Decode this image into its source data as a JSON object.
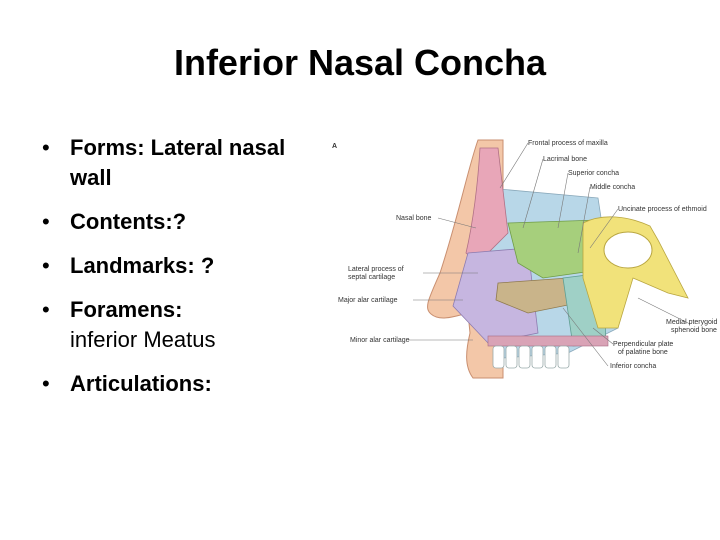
{
  "slide": {
    "title": "Inferior Nasal Concha",
    "bullets": [
      {
        "label": "Forms: Lateral nasal wall",
        "detail": ""
      },
      {
        "label": "Contents:?",
        "detail": ""
      },
      {
        "label": "Landmarks: ?",
        "detail": ""
      },
      {
        "label": "Foramens:",
        "detail": "inferior Meatus"
      },
      {
        "label": "Articulations:",
        "detail": ""
      }
    ]
  },
  "figure": {
    "panel_letter": "A",
    "labels": {
      "frontal_process": "Frontal process of maxilla",
      "lacrimal": "Lacrimal bone",
      "superior_concha": "Superior concha",
      "middle_concha": "Middle concha",
      "uncinate": "Uncinate process of ethmoid",
      "nasal_bone": "Nasal bone",
      "lateral_process_1": "Lateral process of",
      "lateral_process_2": "septal cartilage",
      "major_alar": "Major alar cartilage",
      "minor_alar": "Minor alar cartilage",
      "medial_pterygoid_1": "Medial pterygoid",
      "medial_pterygoid_2": "sphenoid bone",
      "perpendicular_1": "Perpendicular plate",
      "perpendicular_2": "of palatine bone",
      "inferior_concha": "Inferior concha"
    },
    "colors": {
      "skin": "#f3c7a8",
      "nasal_bone": "#e8a6b8",
      "maxilla": "#b8d7e8",
      "ethmoid": "#a6cf7c",
      "sphenoid": "#f1e27a",
      "inferior_concha": "#c9b48a",
      "cartilage": "#c6b6e0",
      "palatine": "#9fd0c6"
    }
  }
}
